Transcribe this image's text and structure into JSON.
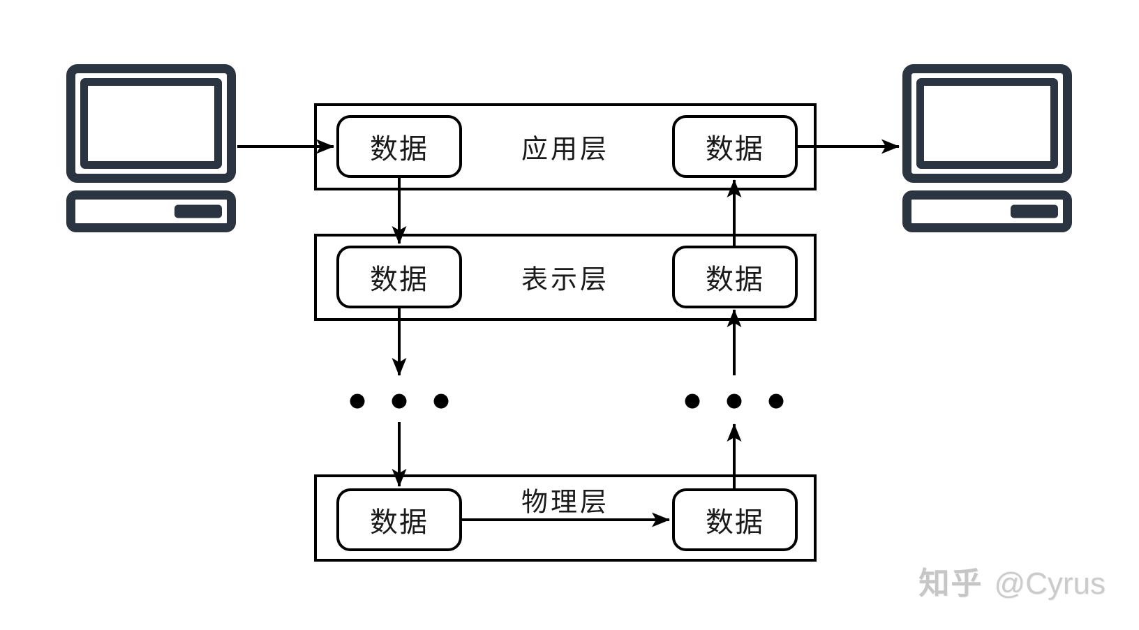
{
  "layers": {
    "application": {
      "label": "应用层",
      "left_box": "数据",
      "right_box": "数据"
    },
    "presentation": {
      "label": "表示层",
      "left_box": "数据",
      "right_box": "数据"
    },
    "physical": {
      "label": "物理层",
      "left_box": "数据",
      "right_box": "数据"
    }
  },
  "watermark": {
    "brand": "知乎",
    "author": "@Cyrus"
  },
  "colors": {
    "computer_icon": "#2b3441",
    "diagram_line": "#000000",
    "watermark_text": "#c6c6c6",
    "background": "#ffffff"
  }
}
